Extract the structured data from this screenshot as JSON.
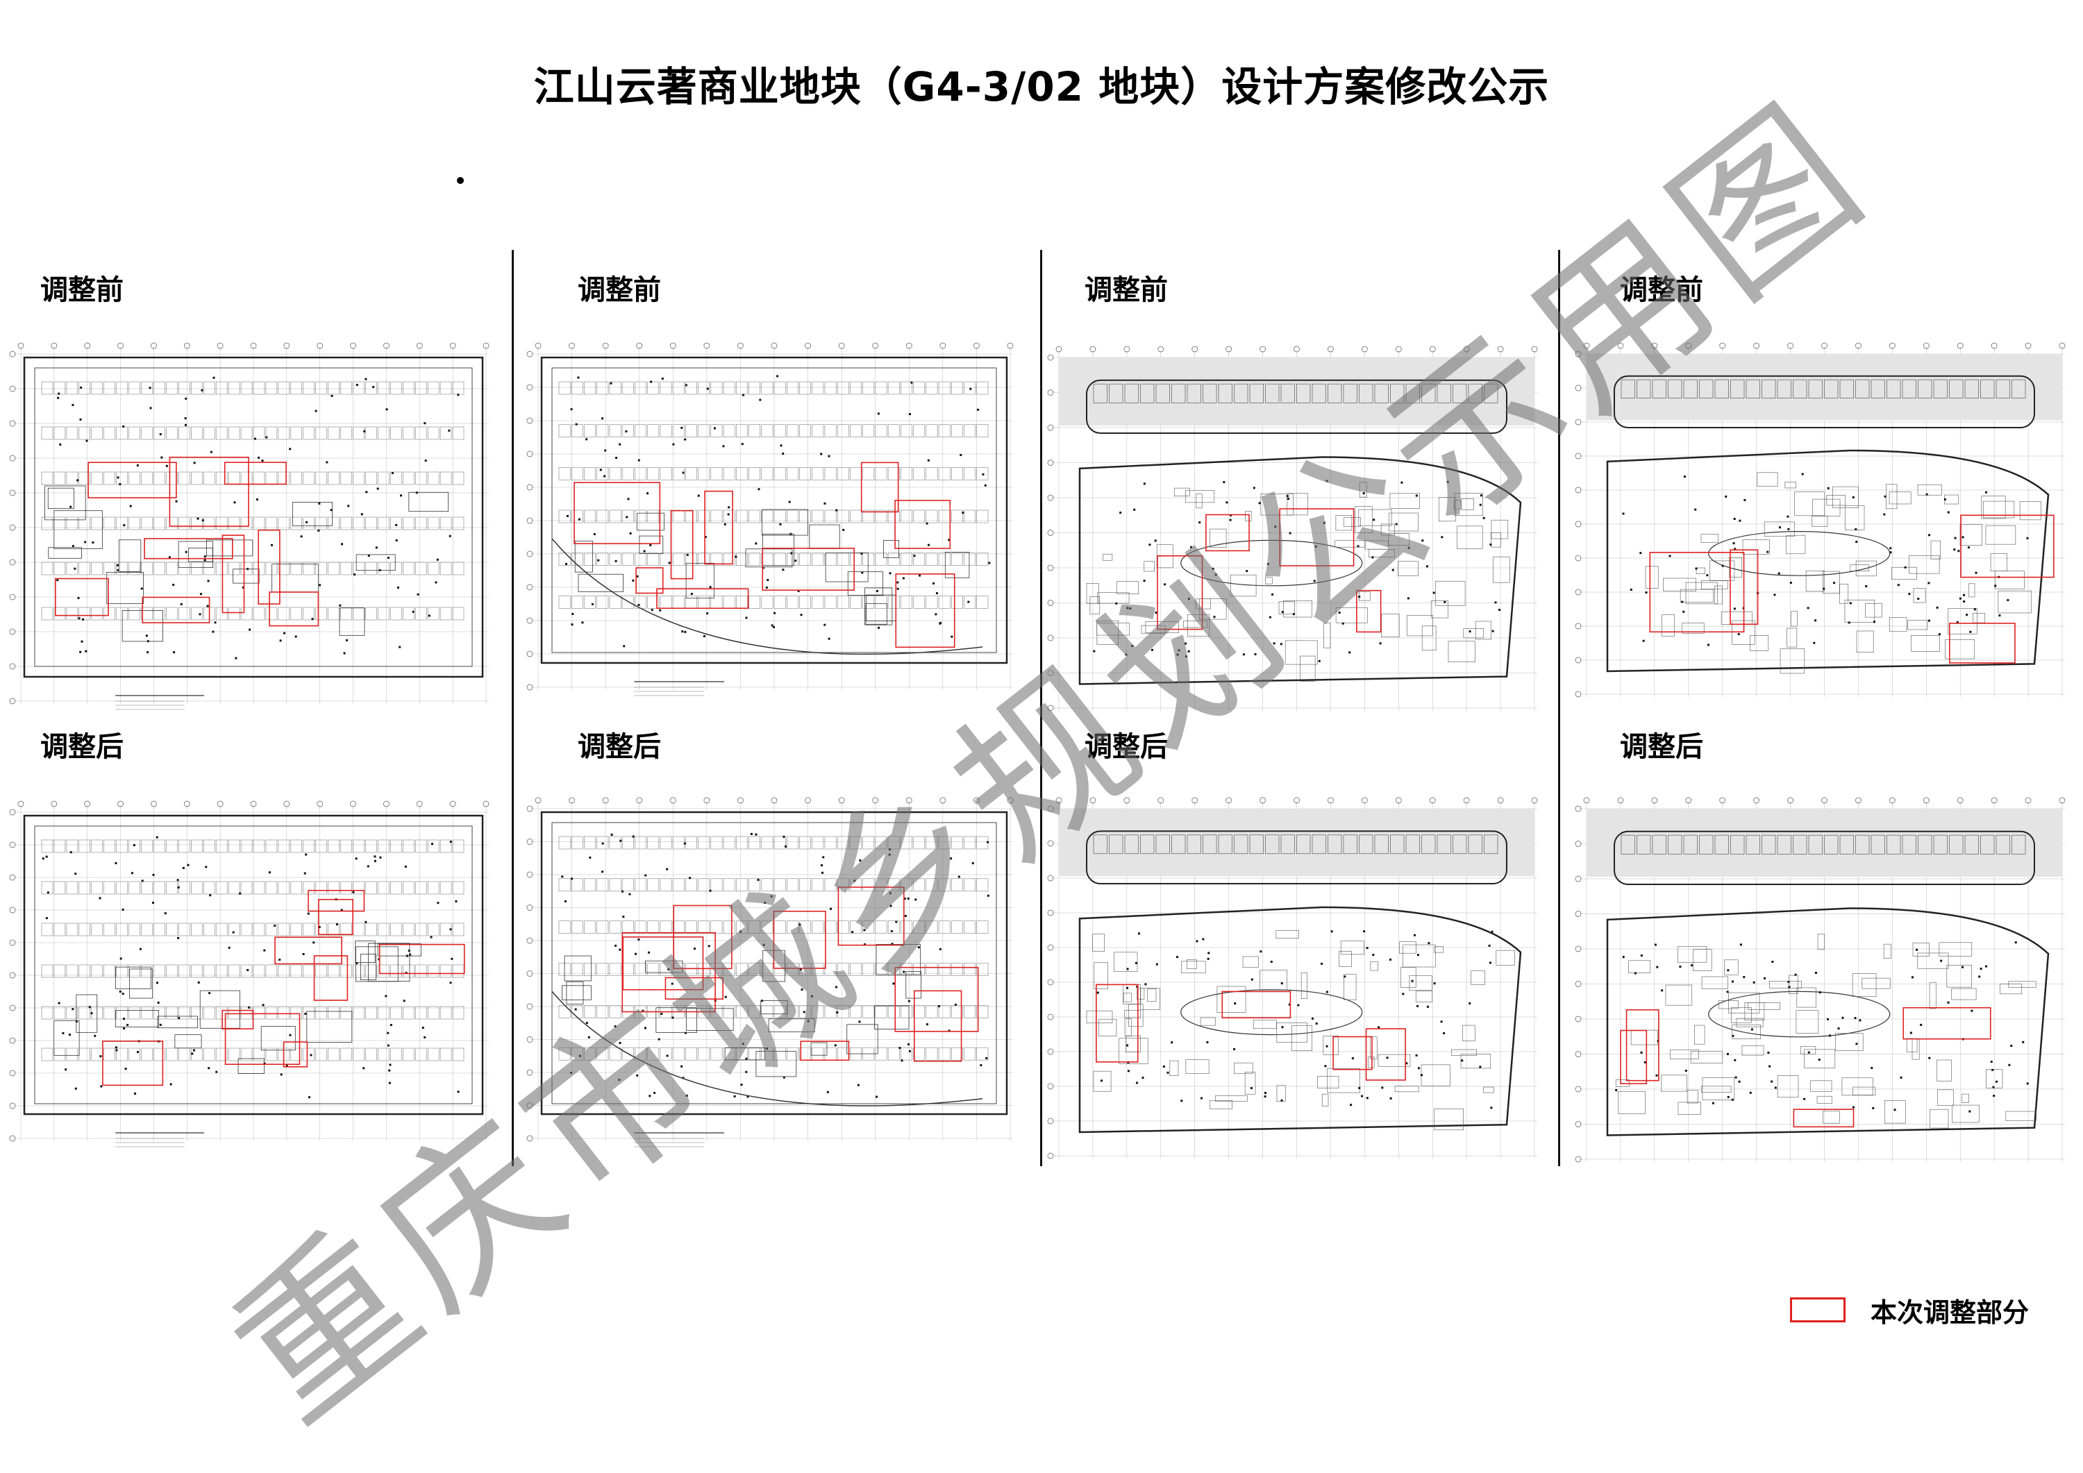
{
  "title": "江山云著商业地块（G4-3/02 地块）设计方案修改公示",
  "columns": [
    {
      "before_label": "调整前",
      "after_label": "调整后"
    },
    {
      "before_label": "调整前",
      "after_label": "调整后"
    },
    {
      "before_label": "调整前",
      "after_label": "调整后"
    },
    {
      "before_label": "调整前",
      "after_label": "调整后"
    }
  ],
  "legend": {
    "label": "本次调整部分",
    "color": "#e02020"
  },
  "watermark": "重庆市城乡规划公示用图"
}
